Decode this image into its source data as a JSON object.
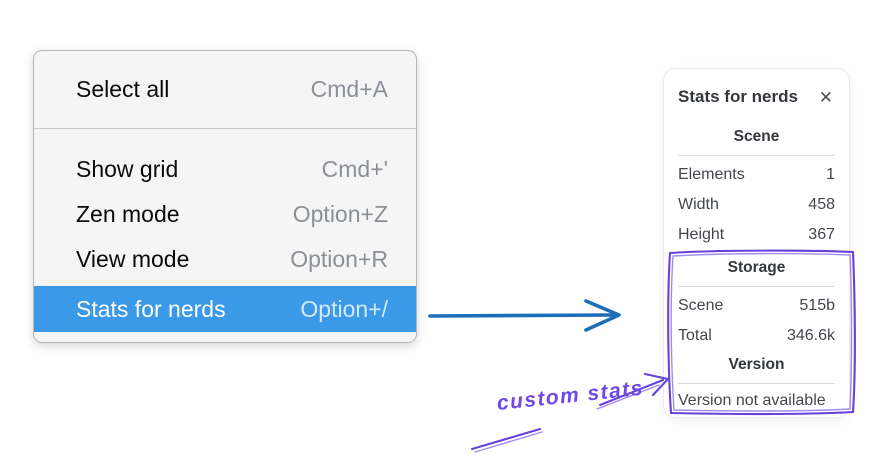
{
  "colors": {
    "menu_highlight": "#3b9ae8",
    "arrow_blue": "#1e6db8",
    "annotation_purple": "#7048e8",
    "box_purple": "#6741d9"
  },
  "menu": {
    "items": [
      {
        "label": "Select all",
        "shortcut": "Cmd+A"
      },
      {
        "label": "Show grid",
        "shortcut": "Cmd+'"
      },
      {
        "label": "Zen mode",
        "shortcut": "Option+Z"
      },
      {
        "label": "View mode",
        "shortcut": "Option+R"
      },
      {
        "label": "Stats for nerds",
        "shortcut": "Option+/"
      }
    ]
  },
  "stats": {
    "title": "Stats for nerds",
    "close_icon": "✕",
    "scene": {
      "heading": "Scene",
      "rows": [
        {
          "label": "Elements",
          "value": "1"
        },
        {
          "label": "Width",
          "value": "458"
        },
        {
          "label": "Height",
          "value": "367"
        }
      ]
    },
    "storage": {
      "heading": "Storage",
      "rows": [
        {
          "label": "Scene",
          "value": "515b"
        },
        {
          "label": "Total",
          "value": "346.6k"
        }
      ]
    },
    "version": {
      "heading": "Version",
      "note": "Version not available"
    }
  },
  "annotations": {
    "custom_stats_label": "custom stats"
  }
}
